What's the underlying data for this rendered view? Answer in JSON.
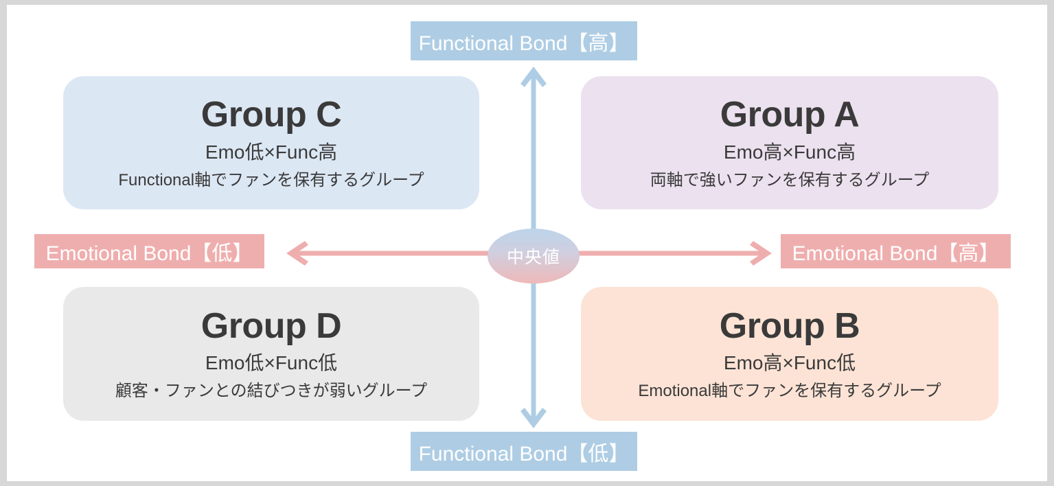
{
  "diagram": {
    "title": "Emotional Bond / Functional Bond 4-quadrant matrix",
    "center_label": "中央値",
    "colors": {
      "canvas": "#ffffff",
      "page_border": "#d7d7d7",
      "axis_vertical": "#aecde4",
      "axis_horizontal": "#efaeae",
      "chip_blue": "#aecde4",
      "chip_pink": "#efaeae",
      "quad_c": "#dce7f4",
      "quad_a": "#ece1ef",
      "quad_d": "#e9e9e9",
      "quad_b": "#fce3d5",
      "text_dark": "#3a3a3a",
      "text_light": "#ffffff"
    },
    "axis_labels": {
      "top": "Functional Bond【高】",
      "bottom": "Functional Bond【低】",
      "left": "Emotional Bond【低】",
      "right": "Emotional Bond【高】"
    },
    "quadrants": [
      {
        "id": "C",
        "position": "top-left",
        "title": "Group C",
        "subtitle": "Emo低×Func高",
        "description": "Functional軸でファンを保有するグループ"
      },
      {
        "id": "A",
        "position": "top-right",
        "title": "Group A",
        "subtitle": "Emo高×Func高",
        "description": "両軸で強いファンを保有するグループ"
      },
      {
        "id": "D",
        "position": "bottom-left",
        "title": "Group D",
        "subtitle": "Emo低×Func低",
        "description": "顧客・ファンとの結びつきが弱いグループ"
      },
      {
        "id": "B",
        "position": "bottom-right",
        "title": "Group B",
        "subtitle": "Emo高×Func低",
        "description": "Emotional軸でファンを保有するグループ"
      }
    ]
  }
}
